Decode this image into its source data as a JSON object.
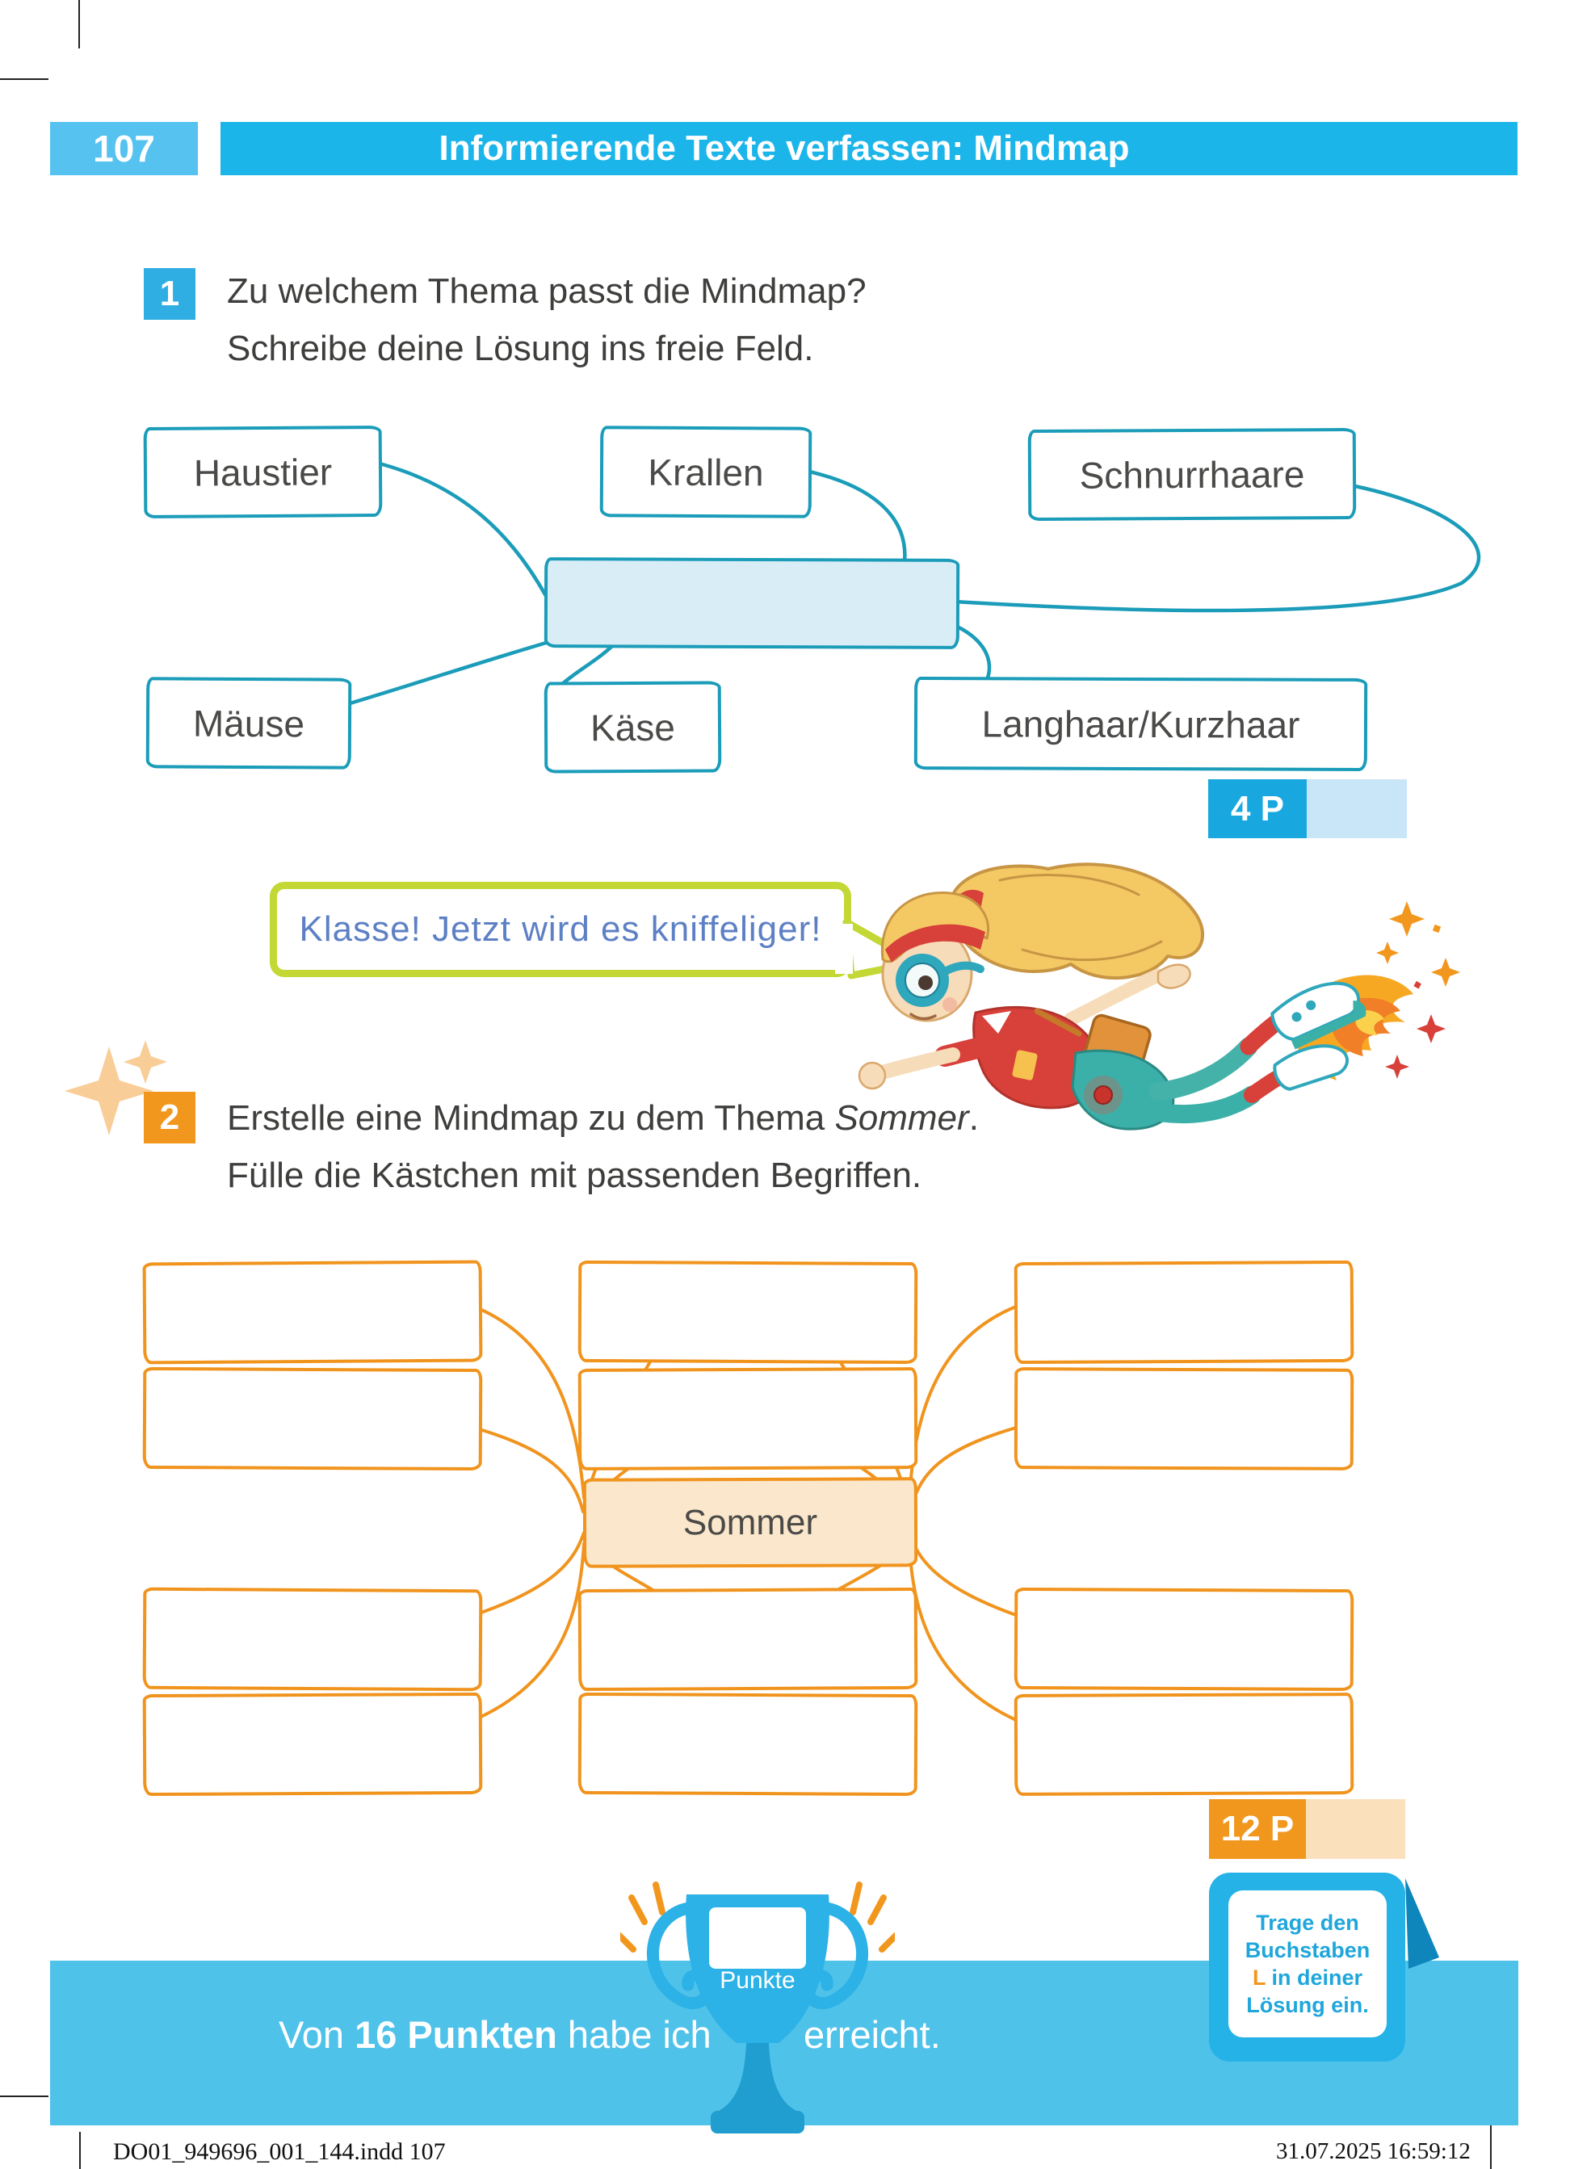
{
  "page": {
    "number": "107",
    "header_title": "Informierende Texte verfassen: Mindmap"
  },
  "task1": {
    "number": "1",
    "line1": "Zu welchem Thema passt die Mindmap?",
    "line2": "Schreibe deine Lösung ins freie Feld.",
    "points": "4 P"
  },
  "mindmap1": {
    "nodes": [
      "Haustier",
      "Krallen",
      "Schnurrhaare",
      "Mäuse",
      "Käse",
      "Langhaar/Kurzhaar"
    ],
    "center_value": ""
  },
  "speech": {
    "text": "Klasse! Jetzt wird es kniffeliger!"
  },
  "task2": {
    "number": "2",
    "line1_pre": "Erstelle eine Mindmap zu dem Thema ",
    "line1_italic": "Sommer",
    "line1_post": ".",
    "line2": "Fülle die Kästchen mit passenden Begriffen.",
    "points": "12 P",
    "center": "Sommer"
  },
  "note": {
    "line1": "Trage den",
    "line2": "Buchstaben",
    "line3_letter": "L",
    "line3_rest": " in deiner",
    "line4": "Lösung ein."
  },
  "footer_band": {
    "trophy_label": "Punkte",
    "text_pre": "Von ",
    "text_bold": "16 Punkten",
    "text_mid": " habe ich",
    "text_post": "erreicht."
  },
  "print_footer": {
    "left": "DO01_949696_001_144.indd   107",
    "right": "31.07.2025   16:59:12"
  },
  "colors": {
    "header_blue": "#1CB5EA",
    "page_badge_blue": "#55C2EF",
    "task1_blue": "#2FAEE3",
    "mindmap1_teal": "#1B9CB9",
    "mindmap1_center_fill": "#D9EDF6",
    "points1_blue": "#18A8DF",
    "points1_light": "#C9E6F8",
    "mindmap2_orange": "#F0941E",
    "mindmap2_center_fill": "#FBE7CB",
    "points2_orange": "#F2971E",
    "points2_light": "#FBE0BC",
    "band_blue": "#4FC2EA",
    "note_blue": "#25B2E6",
    "note_fold_blue": "#0E86BB",
    "bubble_green": "#C3D835",
    "bubble_text_blue": "#5D80C5"
  }
}
